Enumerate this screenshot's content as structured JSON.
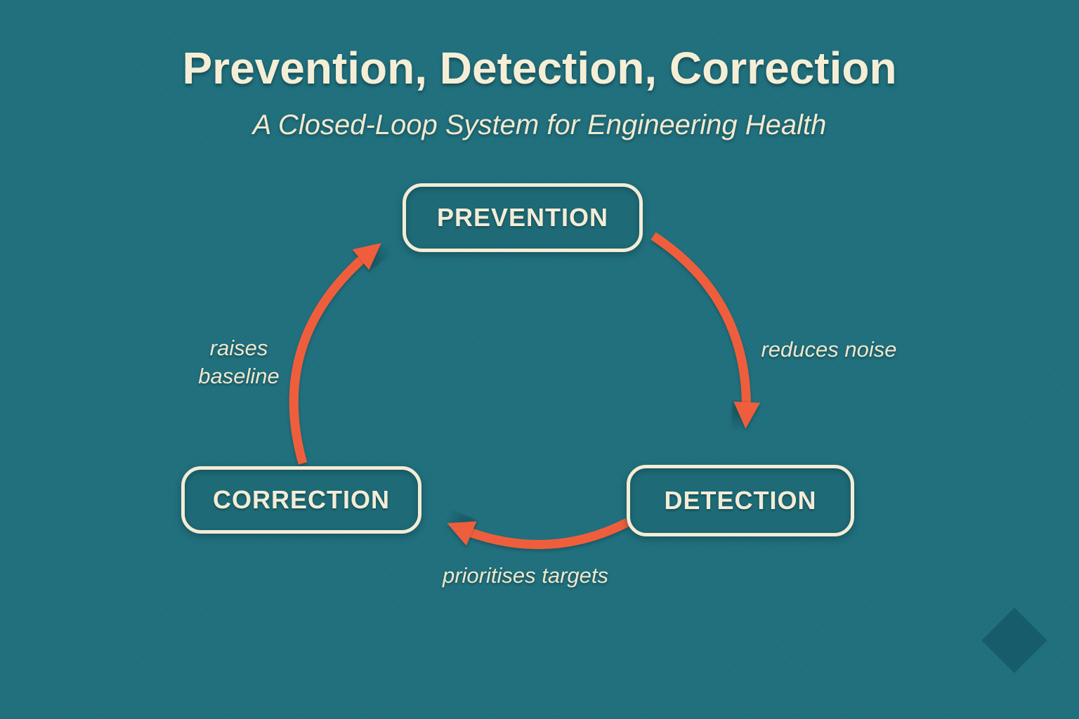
{
  "title": "Prevention, Detection, Correction",
  "subtitle": "A Closed-Loop System for Engineering Health",
  "diagram": {
    "type": "cycle",
    "nodes": [
      {
        "id": "prevention",
        "label": "PREVENTION"
      },
      {
        "id": "detection",
        "label": "DETECTION"
      },
      {
        "id": "correction",
        "label": "CORRECTION"
      }
    ],
    "edges": [
      {
        "from": "prevention",
        "to": "detection",
        "label": "reduces noise"
      },
      {
        "from": "detection",
        "to": "correction",
        "label": "prioritises targets"
      },
      {
        "from": "correction",
        "to": "prevention",
        "label": "raises baseline"
      }
    ]
  },
  "colors": {
    "background": "#20707E",
    "cream_text": "#F3ECD6",
    "node_fill": "#1E6B77",
    "arrow": "#EF5E3C",
    "diamond_accent": "#175C6B"
  }
}
